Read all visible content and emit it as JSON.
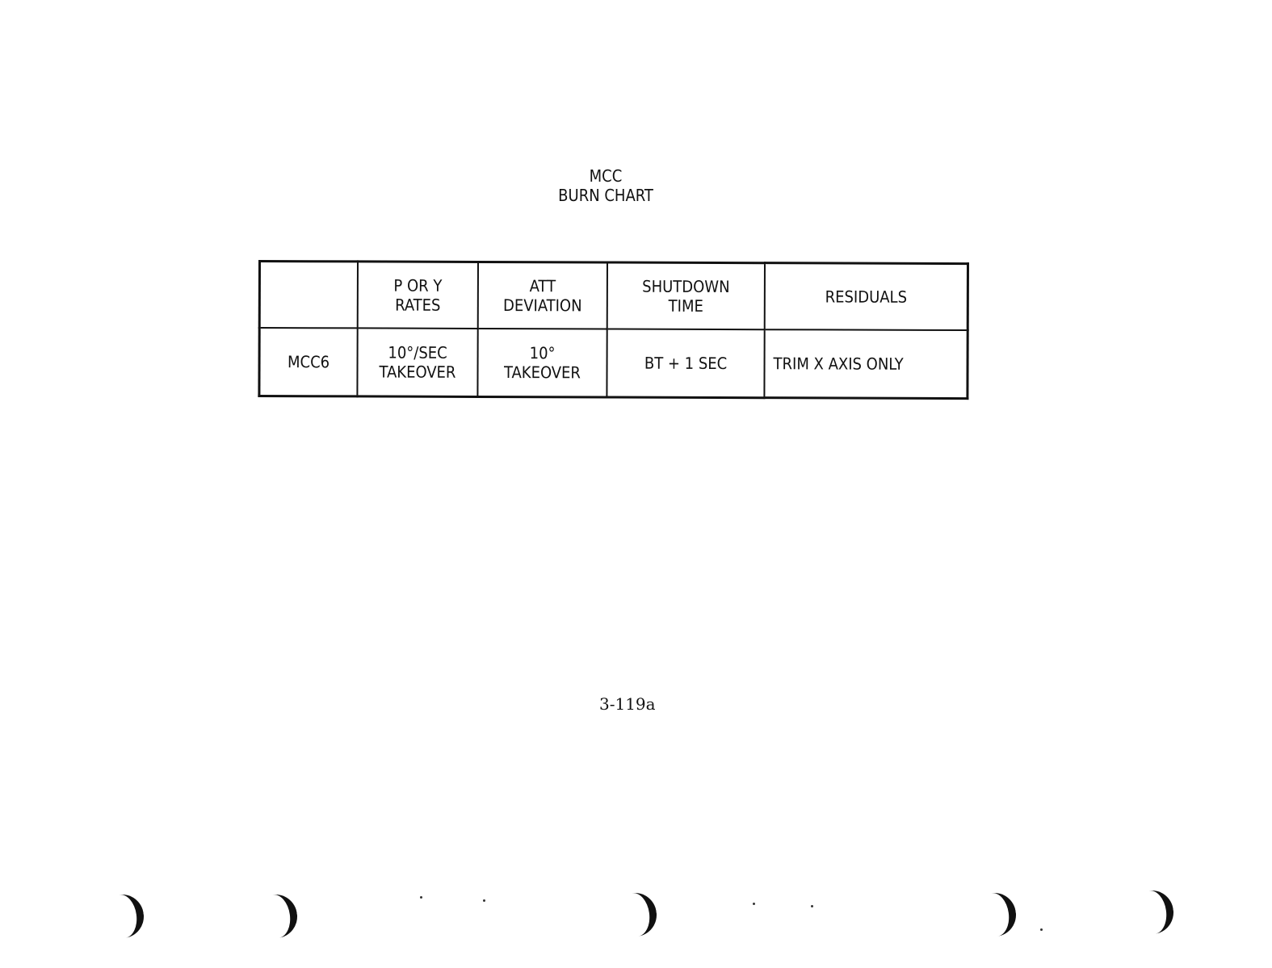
{
  "title": {
    "line1": "MCC",
    "line2": "BURN CHART"
  },
  "table": {
    "headers": [
      {
        "line1": "",
        "line2": ""
      },
      {
        "line1": "P OR Y",
        "line2": "RATES"
      },
      {
        "line1": "ATT",
        "line2": "DEVIATION"
      },
      {
        "line1": "SHUTDOWN",
        "line2": "TIME"
      },
      {
        "line1": "RESIDUALS",
        "line2": ""
      }
    ],
    "rows": [
      {
        "label": "MCC6",
        "rates": {
          "line1": "10°/SEC",
          "line2": "TAKEOVER"
        },
        "deviation": {
          "line1": "10°",
          "line2": "TAKEOVER"
        },
        "shutdown": "BT + 1 SEC",
        "residuals": "TRIM X AXIS ONLY"
      }
    ]
  },
  "page_number": "3-119a"
}
